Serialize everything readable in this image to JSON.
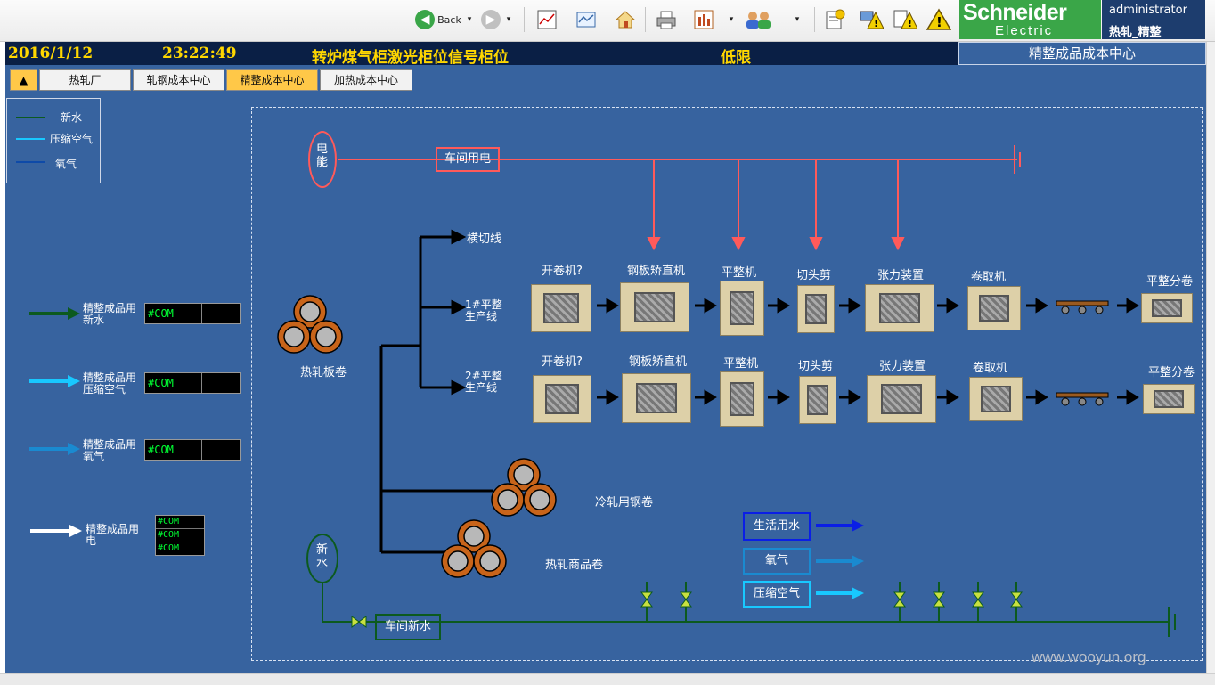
{
  "toolbar": {
    "back_label": "Back",
    "brand_name": "Schneider",
    "brand_sub": "Electric",
    "user": "administrator",
    "screen": "热轧_精整"
  },
  "header": {
    "date": "2016/1/12",
    "time": "23:22:49",
    "alarm_msg": "转炉煤气柜激光柜位信号柜位",
    "alarm_level": "低限",
    "center_title": "精整成品成本中心"
  },
  "nav": {
    "up_icon": "▲",
    "tabs": [
      "热轧厂",
      "轧钢成本中心",
      "精整成本中心",
      "加热成本中心"
    ]
  },
  "legend": {
    "items": [
      "新水",
      "压缩空气",
      "氧气"
    ],
    "colors": [
      "#0c5a1e",
      "#18c8ff",
      "#0e4aa8"
    ]
  },
  "left_panel": {
    "rows": [
      {
        "label": "精整成品用新水",
        "value": "#COM",
        "arrow_color": "#0c5a1e"
      },
      {
        "label": "精整成品用压缩空气",
        "value": "#COM",
        "arrow_color": "#18c8ff"
      },
      {
        "label": "精整成品用氧气",
        "value": "#COM",
        "arrow_color": "#1a8ad0"
      },
      {
        "label": "精整成品用电",
        "values": [
          "#COM",
          "#COM",
          "#COM"
        ],
        "arrow_color": "#ffffff"
      }
    ]
  },
  "diagram": {
    "power_label": "电能",
    "shop_power": "车间用电",
    "water_label": "新水",
    "shop_water": "车间新水",
    "coil_source": "热轧板卷",
    "cross_cut": "横切线",
    "line1": "1#平整生产线",
    "line2": "2#平整生产线",
    "cold_coil": "冷轧用钢卷",
    "commercial_coil": "热轧商品卷",
    "line1_machines": [
      "开卷机?",
      "钢板矫直机",
      "平整机",
      "切头剪",
      "张力装置",
      "卷取机",
      "平整分卷"
    ],
    "line2_machines": [
      "开卷机?",
      "钢板矫直机",
      "平整机",
      "切头剪",
      "张力装置",
      "卷取机",
      "平整分卷"
    ],
    "utility_legend": [
      "生活用水",
      "氧气",
      "压缩空气"
    ],
    "utility_colors": [
      "#0a1ee6",
      "#1a8ad0",
      "#18c8ff"
    ]
  },
  "watermark": "www.wooyun.org"
}
